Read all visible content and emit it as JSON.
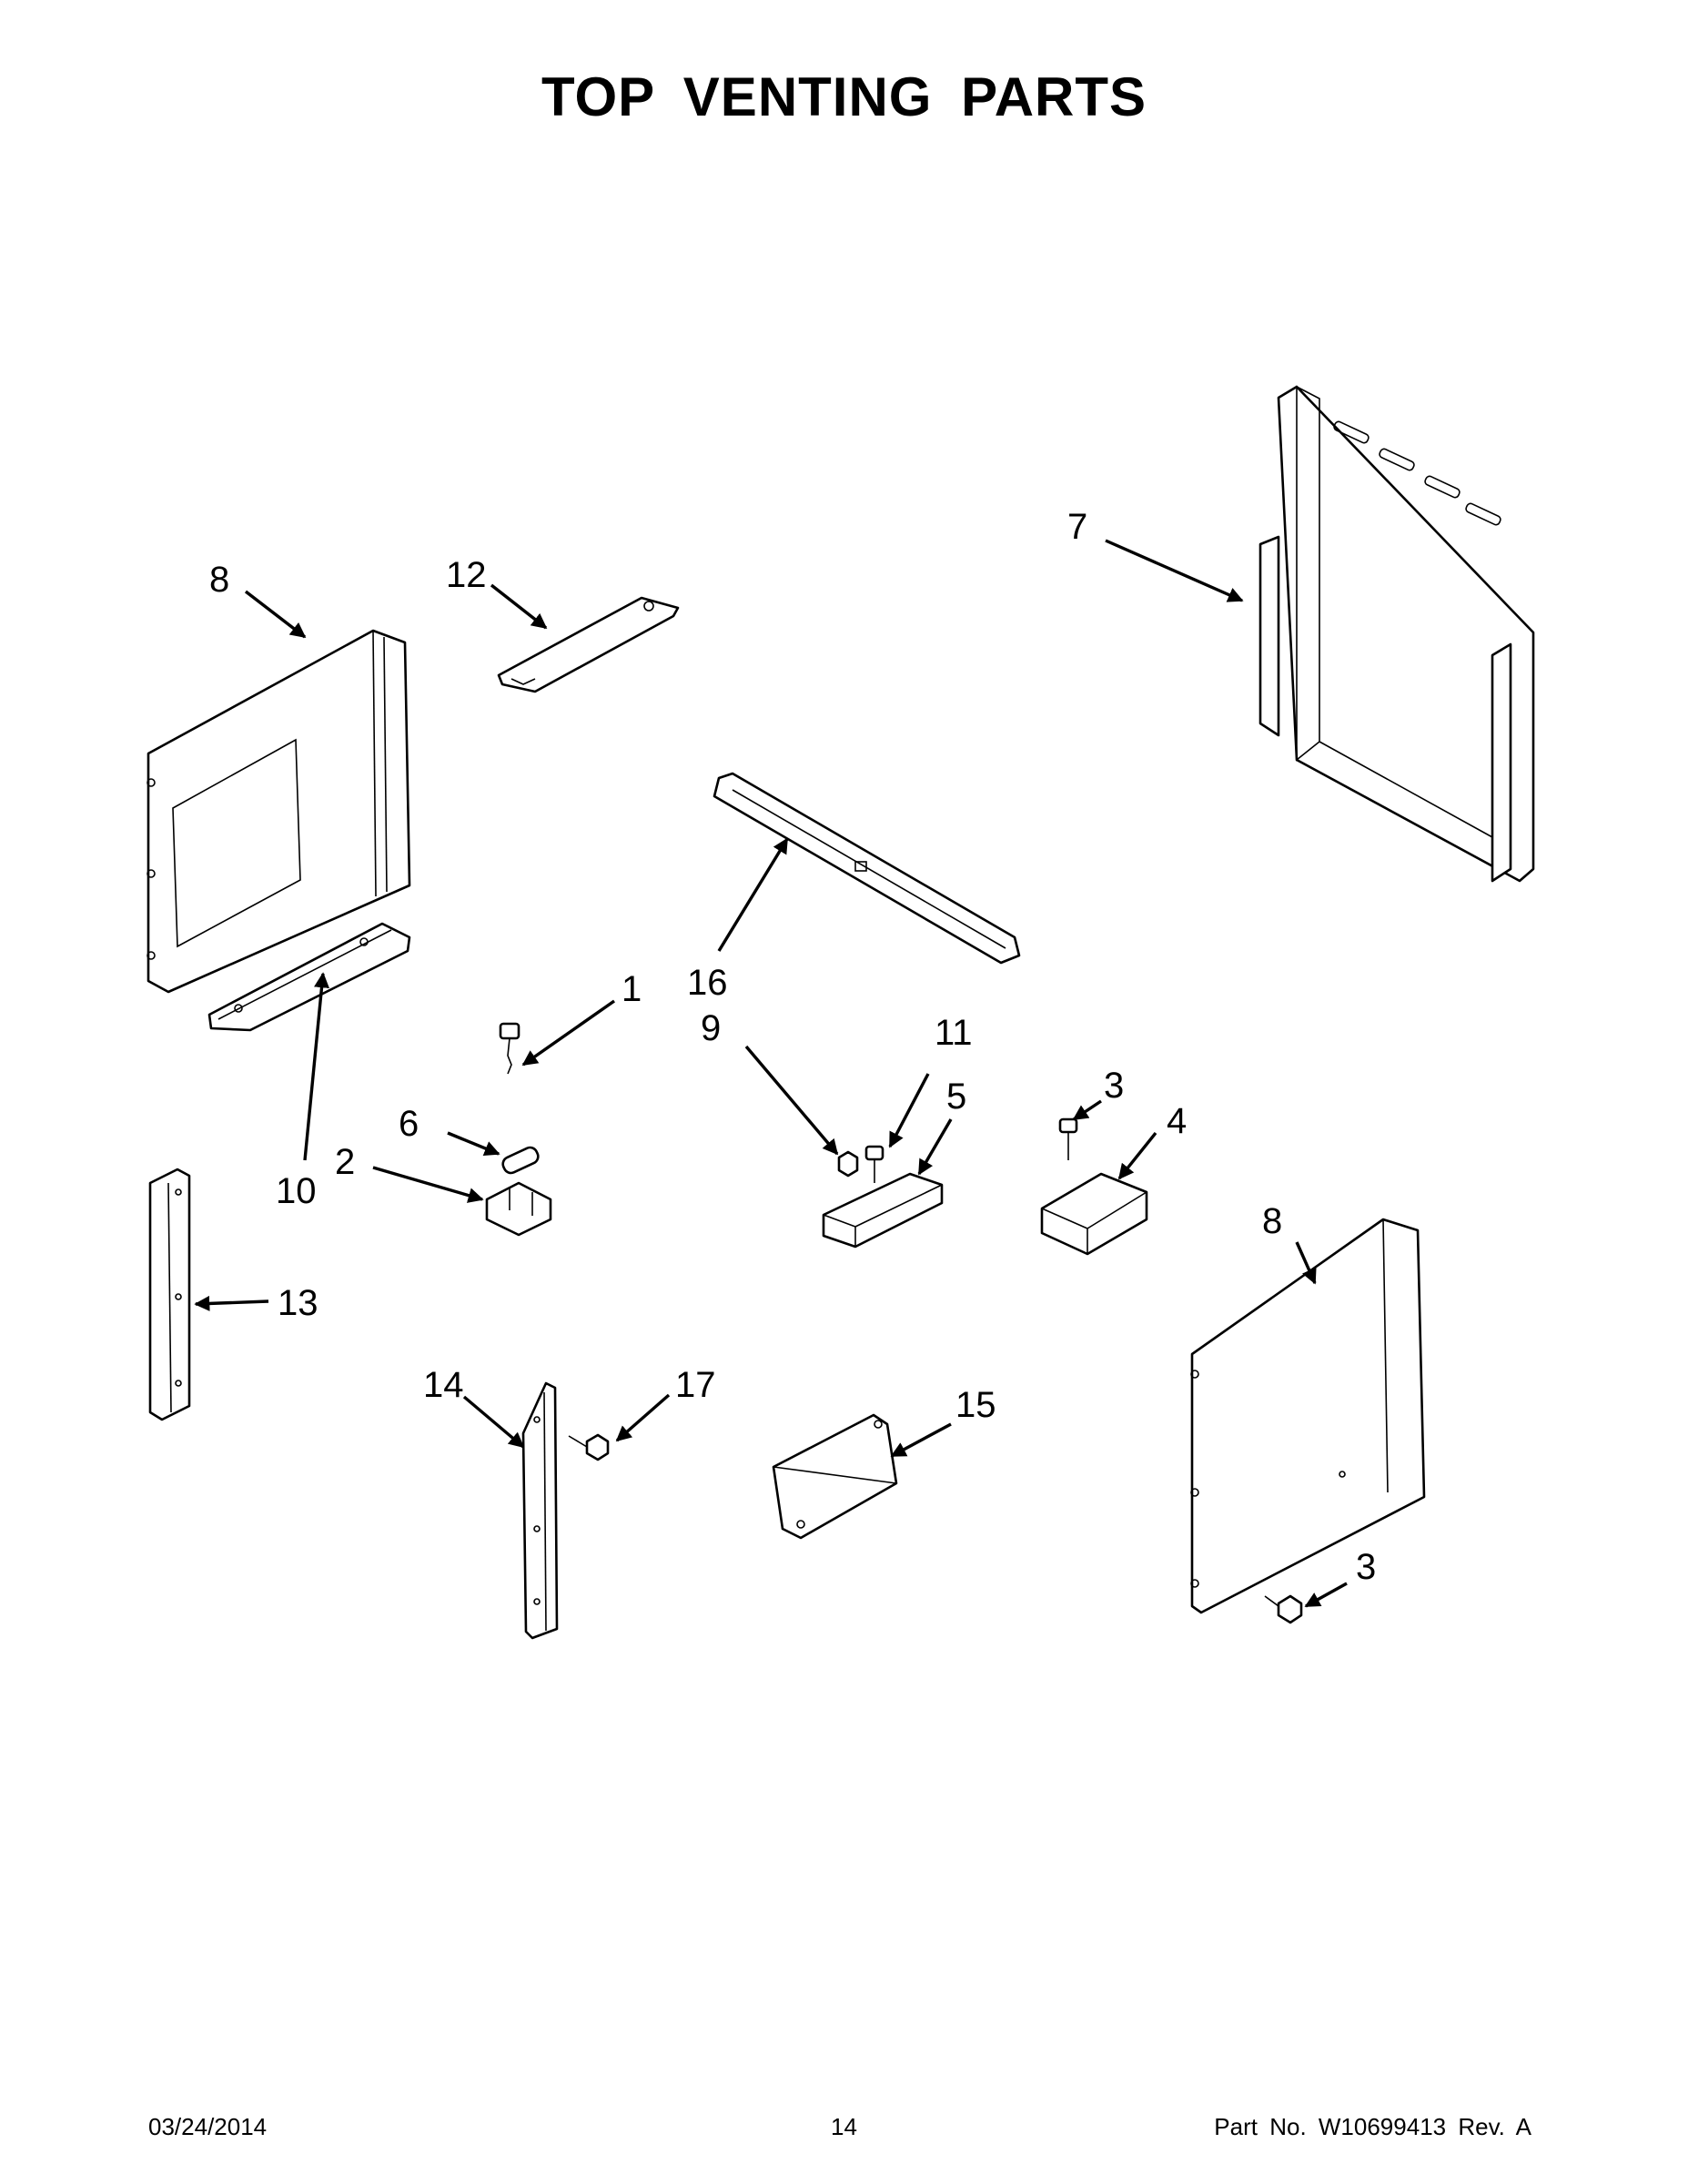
{
  "title": "TOP VENTING PARTS",
  "callouts": {
    "c1": "1",
    "c2": "2",
    "c3a": "3",
    "c3b": "3",
    "c4": "4",
    "c5": "5",
    "c6": "6",
    "c7": "7",
    "c8a": "8",
    "c8b": "8",
    "c9": "9",
    "c10": "10",
    "c11": "11",
    "c12": "12",
    "c13": "13",
    "c14": "14",
    "c15": "15",
    "c16": "16",
    "c17": "17"
  },
  "footer": {
    "date": "03/24/2014",
    "page": "14",
    "part": "Part No.  W10699413  Rev.  A"
  }
}
